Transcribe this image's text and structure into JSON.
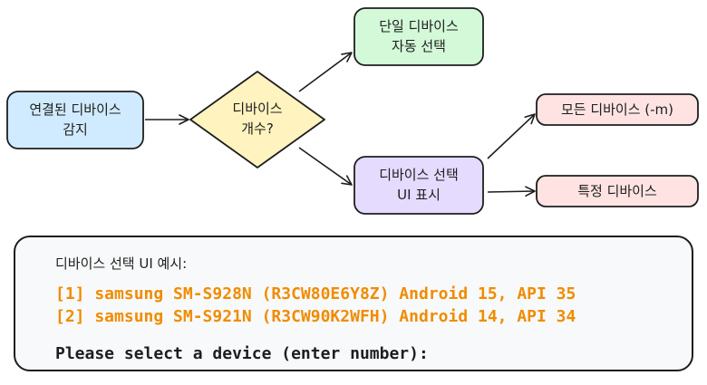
{
  "flow": {
    "detect": "연결된 디바이스\n감지",
    "decision": "디바이스\n개수?",
    "single": "단일 디바이스\n자동 선택",
    "select_ui": "디바이스 선택\nUI 표시",
    "all_devices": "모든 디바이스 (-m)",
    "specific": "특정 디바이스"
  },
  "colors": {
    "stroke": "#1e1e1e",
    "detect_fill": "#d0ebff",
    "decision_fill": "#fff3bf",
    "single_fill": "#d3f9d8",
    "select_fill": "#e5dbff",
    "output_fill": "#ffe3e3",
    "device_text": "#f08c00"
  },
  "terminal": {
    "heading": "디바이스 선택 UI 예시:",
    "devices": [
      "[1] samsung SM-S928N (R3CW80E6Y8Z) Android 15, API 35",
      "[2] samsung SM-S921N (R3CW90K2WFH) Android 14, API 34"
    ],
    "prompt": "Please select a device (enter number):"
  }
}
